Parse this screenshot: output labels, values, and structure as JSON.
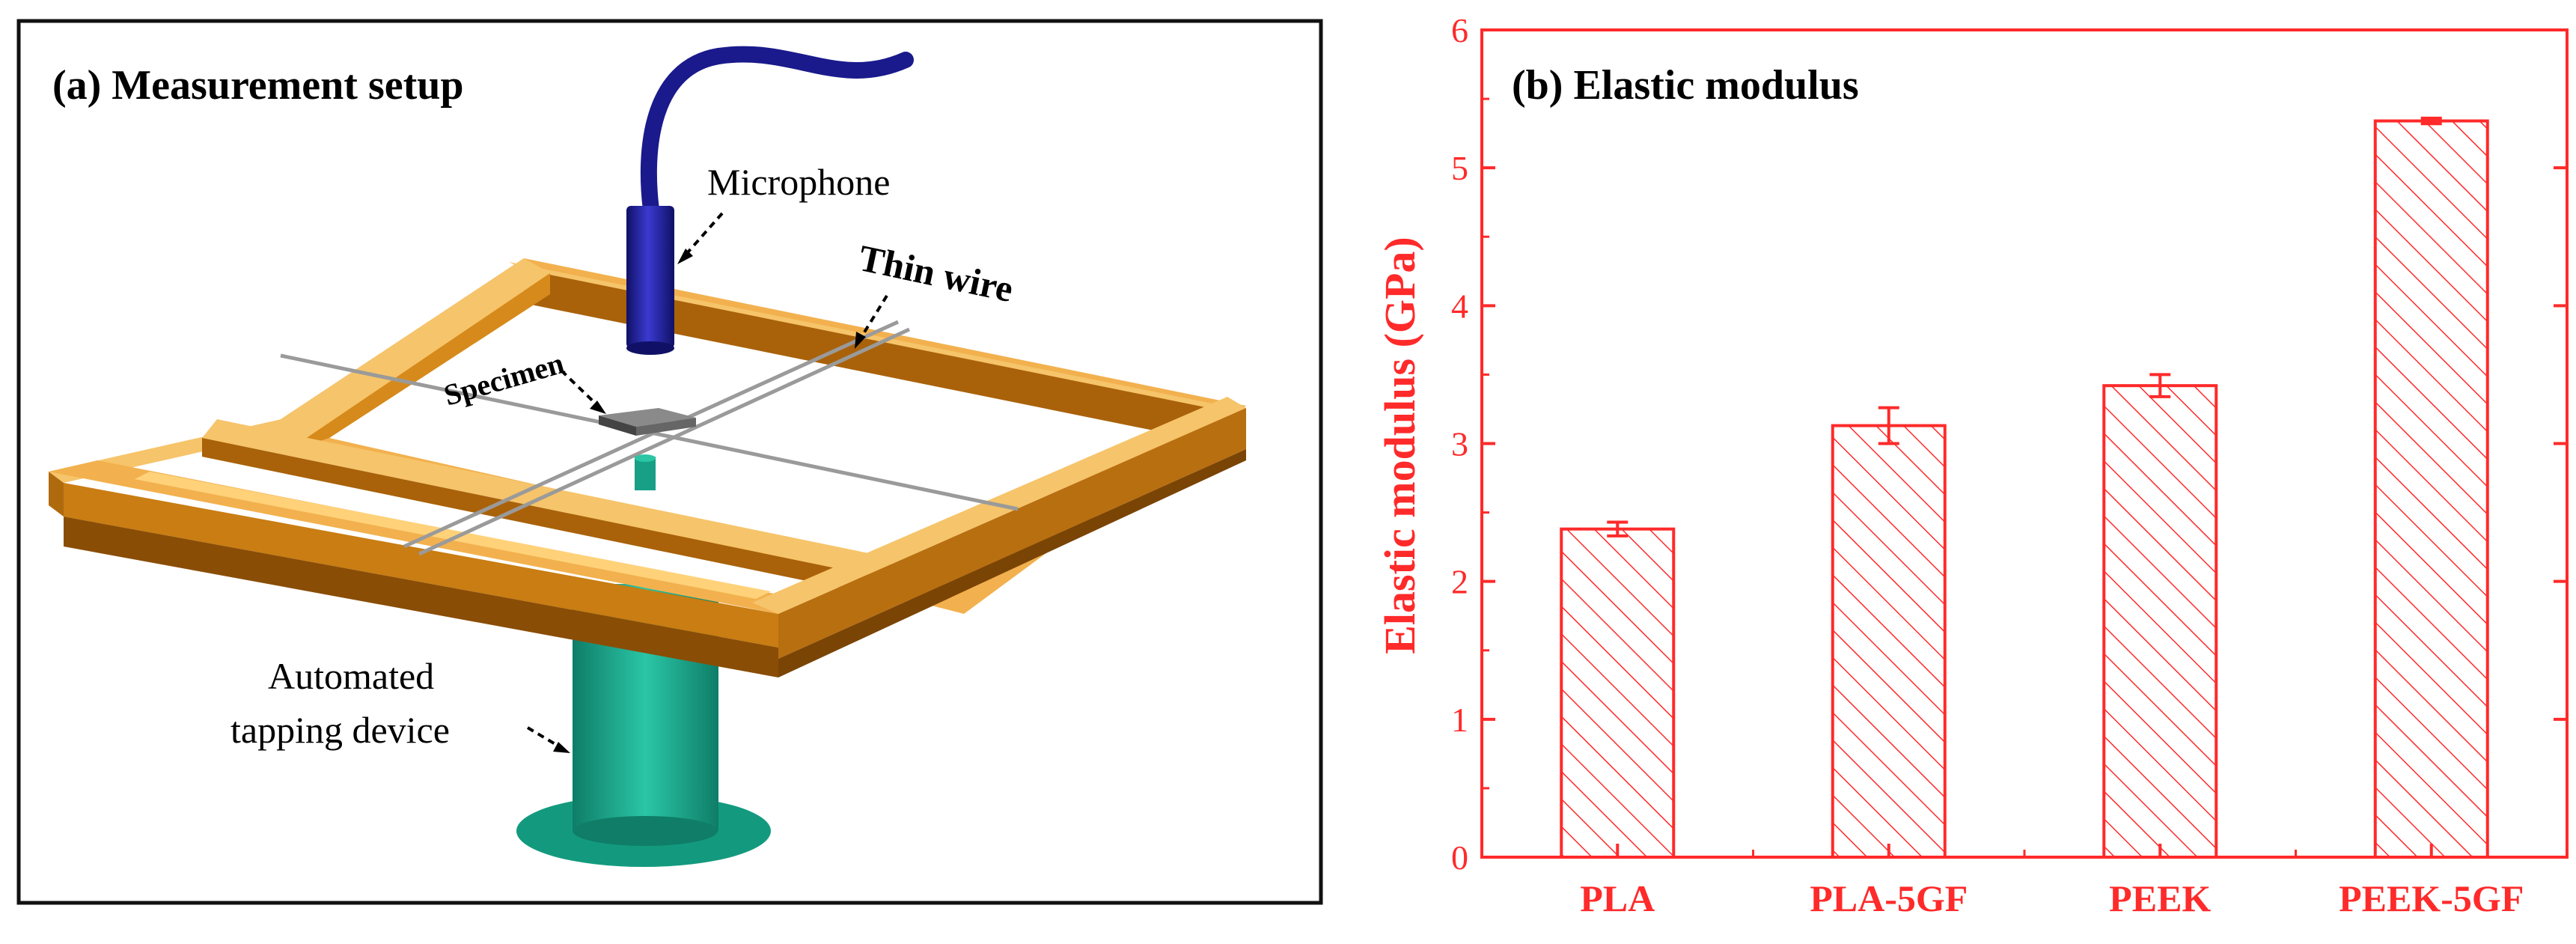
{
  "panel_a": {
    "title": "(a) Measurement setup",
    "labels": {
      "microphone": "Microphone",
      "thin_wire": "Thin wire",
      "specimen": "Specimen",
      "tapping_line1": "Automated",
      "tapping_line2": "tapping device"
    },
    "colors": {
      "frame": "#c8780a",
      "microphone": "#1a1a8c",
      "tapper": "#17a085",
      "specimen": "#555555"
    }
  },
  "chart_data": {
    "type": "bar",
    "title": "(b) Elastic modulus",
    "xlabel": "",
    "ylabel": "Elastic modulus (GPa)",
    "categories": [
      "PLA",
      "PLA-5GF",
      "PEEK",
      "PEEK-5GF"
    ],
    "values": [
      2.38,
      3.13,
      3.42,
      5.34
    ],
    "errors": [
      0.05,
      0.13,
      0.08,
      0.02
    ],
    "ylim": [
      0,
      6
    ],
    "yticks": [
      "0",
      "1",
      "2",
      "3",
      "4",
      "5",
      "6"
    ],
    "grid": false,
    "bar_fill": "hatched",
    "color": "#ff2a2a"
  }
}
